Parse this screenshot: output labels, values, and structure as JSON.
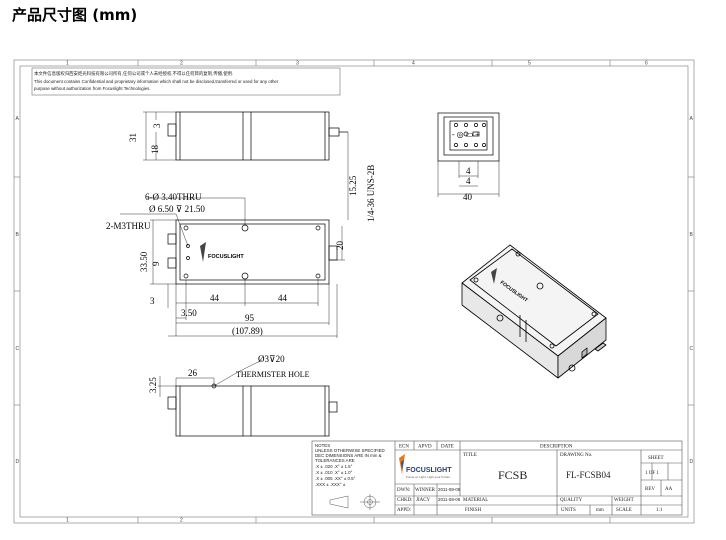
{
  "page_title": "产品尺寸图 (mm)",
  "frame": {
    "columns": [
      "1",
      "2",
      "3",
      "4",
      "5",
      "6"
    ],
    "rows": [
      "A",
      "B",
      "C",
      "D"
    ]
  },
  "notice": {
    "line1": "本文件信息版权归西安炬光科技有限公司所有,任何公司或个人未经授权,不得以任何目的复制,传播,使用.",
    "line2": "This document contains Confidential and proprietary information which shall not be disclosed,transferred or used for any other",
    "line3": "purpose without authorization from Focuslight Technologies."
  },
  "dims": {
    "d31": "31",
    "d3": "3",
    "d18": "18",
    "d15_25": "15.25",
    "thread": "1/4-36 UNS-2B",
    "holes1": "6-Ø 3.40THRU",
    "holes2": "Ø 6.50 ⊽ 21.50",
    "m3": "2-M3THRU",
    "d33_50": "33.50",
    "d9": "9",
    "d20": "20",
    "d3b": "3",
    "d44a": "44",
    "d44b": "44",
    "d3_50": "3.50",
    "d95": "95",
    "d107_89": "(107.89)",
    "d4a": "4",
    "d4b": "4",
    "d40": "40",
    "pin_label": "- ◎ ▭ +",
    "therm_hole": "Ø3⊽20",
    "therm_label": "THERMISTER HOLE",
    "d26": "26",
    "d3_25": "3.25"
  },
  "logo_text": "FOCUSLIGHT",
  "logo_sub": "Focus on Light, Light your Future",
  "title_block": {
    "notes": [
      "NOTES",
      "UNLESS OTHERWISE SPECIFIED",
      "DEC  DIMENSIONS ARE IN mm &",
      "        TOLERANCES ARE",
      "  .X ±  .020     .X° ±  1.5°",
      "  .X ±  .010     .X° ±  1.0°",
      "  .X ±  .005     .XX° ±  0.5°",
      "  .XXX ±          .XXX° ±"
    ],
    "ecn": "ECN",
    "apvd": "APVD",
    "date": "DATE",
    "description": "DESCRIPTION",
    "title_label": "TITLE",
    "drawing_no_label": "DRAWING No.",
    "sheet_label": "SHEET",
    "sheet_value": "1  OF  1",
    "rev_label": "REV",
    "rev_value": "AA",
    "title_value": "FCSB",
    "drawing_no_value": "FL-FCSB04",
    "dwn": "DWN:",
    "dwn_name": "WINNER",
    "dwn_date": "2011-08-08",
    "chkd": "CHKD:",
    "chkd_name": "JIACY",
    "chkd_date": "2011-08-08",
    "appd": "APPD:",
    "material": "MATERIAL",
    "finish": "FINISH",
    "quality": "QUALITY",
    "weight": "WEIGHT",
    "units": "UNITS",
    "units_value": "mm",
    "scale": "SCALE",
    "scale_value": "1:1"
  }
}
